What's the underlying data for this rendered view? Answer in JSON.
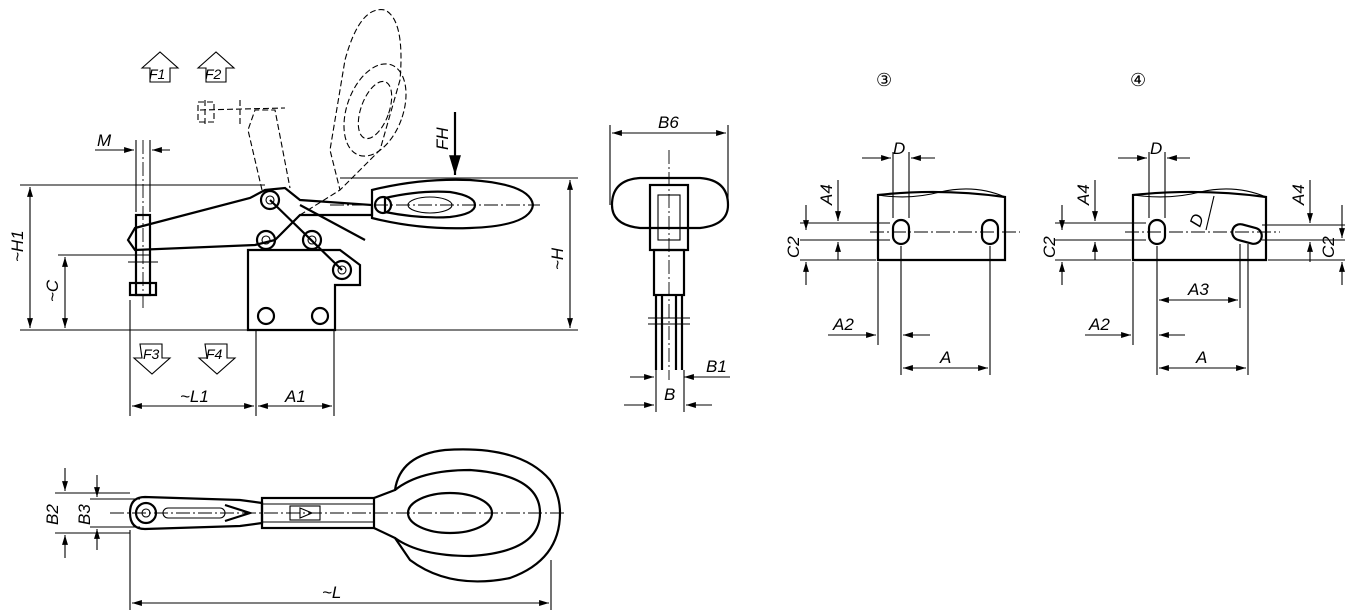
{
  "labels": {
    "F1": "F1",
    "F2": "F2",
    "F3": "F3",
    "F4": "F4",
    "M": "M",
    "FH": "FH",
    "H1": "~H1",
    "C": "~C",
    "H": "~H",
    "L1": "~L1",
    "A1": "A1",
    "B6": "B6",
    "B1": "B1",
    "B": "B",
    "B2": "B2",
    "B3": "B3",
    "L": "~L"
  },
  "detail3": {
    "marker": "③",
    "D": "D",
    "A4": "A4",
    "C2": "C2",
    "A2": "A2",
    "A": "A"
  },
  "detail4": {
    "marker": "④",
    "D_top": "D",
    "D_slot": "D",
    "A4_left": "A4",
    "A4_right": "A4",
    "C2_left": "C2",
    "C2_right": "C2",
    "A3": "A3",
    "A2": "A2",
    "A": "A"
  },
  "colors": {
    "line": "#000000",
    "background": "#ffffff"
  }
}
